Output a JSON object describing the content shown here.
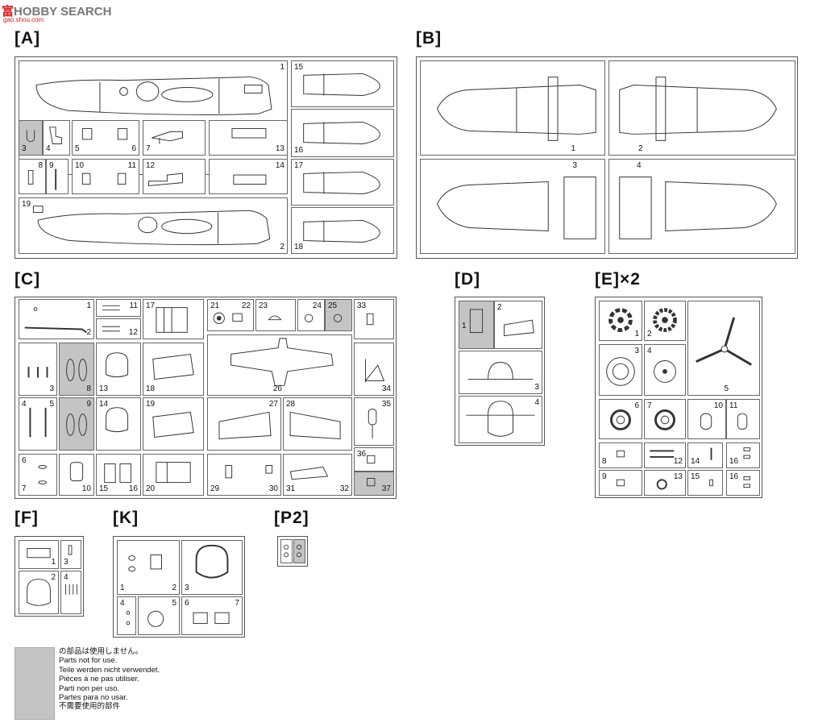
{
  "watermark": {
    "logo": "HOBBY SEARCH",
    "sub": "gao.shou.com"
  },
  "sprues": {
    "A": {
      "label": "[A]",
      "parts": [
        "1",
        "2",
        "3",
        "4",
        "5",
        "6",
        "7",
        "8",
        "9",
        "10",
        "11",
        "12",
        "13",
        "14",
        "15",
        "16",
        "17",
        "18",
        "19"
      ]
    },
    "B": {
      "label": "[B]",
      "parts": [
        "1",
        "2",
        "3",
        "4"
      ]
    },
    "C": {
      "label": "[C]",
      "parts": [
        "1",
        "2",
        "3",
        "4",
        "5",
        "6",
        "7",
        "8",
        "9",
        "10",
        "11",
        "12",
        "13",
        "14",
        "15",
        "16",
        "17",
        "18",
        "19",
        "20",
        "21",
        "22",
        "23",
        "24",
        "25",
        "26",
        "27",
        "28",
        "29",
        "30",
        "31",
        "32",
        "33",
        "34",
        "35",
        "36",
        "37"
      ]
    },
    "D": {
      "label": "[D]",
      "parts": [
        "1",
        "2",
        "3",
        "4"
      ]
    },
    "E": {
      "label": "[E]×2",
      "parts": [
        "1",
        "2",
        "3",
        "4",
        "5",
        "6",
        "7",
        "8",
        "9",
        "10",
        "11",
        "12",
        "13",
        "14",
        "15",
        "16",
        "16"
      ]
    },
    "F": {
      "label": "[F]",
      "parts": [
        "1",
        "2",
        "3",
        "4"
      ]
    },
    "K": {
      "label": "[K]",
      "parts": [
        "1",
        "2",
        "3",
        "4",
        "5",
        "6",
        "7"
      ]
    },
    "P2": {
      "label": "[P2]"
    }
  },
  "legend": {
    "lines": [
      "の部品は使用しません。",
      "Parts not for use.",
      "Teile werden nicht verwendet.",
      "Pièces á ne pas utiliser.",
      "Parti non per uso.",
      "Partes para no usar.",
      "不需要使用的部件"
    ]
  },
  "colors": {
    "unused_part_fill": "#c4c4c4",
    "frame_stroke": "#555555"
  }
}
